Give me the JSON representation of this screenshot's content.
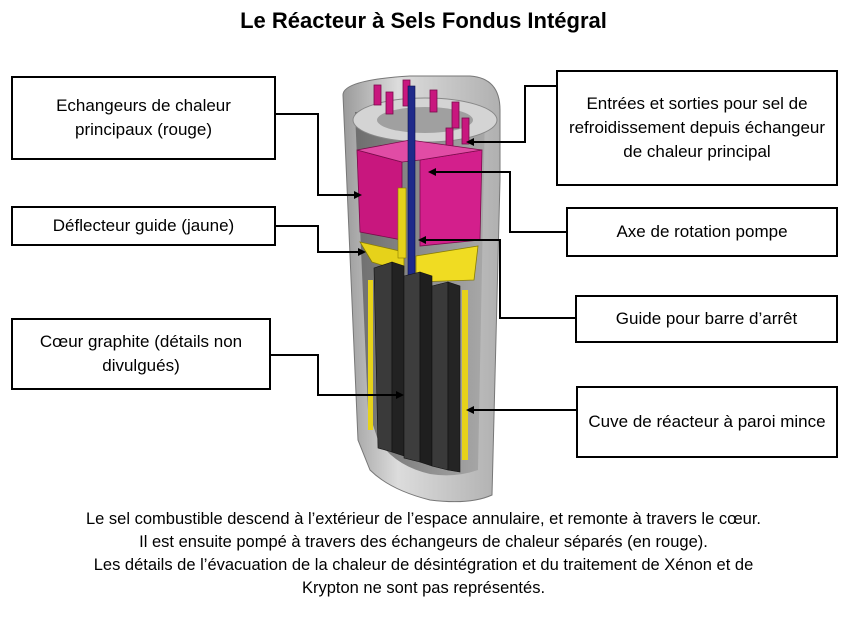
{
  "title": "Le Réacteur à Sels Fondus Intégral",
  "labels": {
    "heat_exchangers": "Echangeurs de chaleur principaux (rouge)",
    "guide_baffle": "Déflecteur guide (jaune)",
    "graphite_core": "Cœur graphite (détails non divulgués)",
    "coolant_inlets": "Entrées et sorties pour sel de refroidissement depuis échangeur de chaleur principal",
    "pump_shaft": "Axe de rotation pompe",
    "shutdown_rod_guide": "Guide pour barre d’arrêt",
    "vessel": "Cuve de réacteur à paroi mince"
  },
  "caption": [
    "Le sel combustible descend à l’extérieur de l’espace annulaire, et remonte à travers le cœur.",
    "Il est ensuite pompé à travers des échangeurs de chaleur séparés (en rouge).",
    "Les détails de l’évacuation de la chaleur de désintégration et du traitement de Xénon et de",
    "Krypton ne sont pas représentés."
  ],
  "colors": {
    "heat_exchanger": "#c8177e",
    "baffle": "#e6d21a",
    "graphite": "#2b2b2b",
    "vessel": "#c8c8c8",
    "shaft": "#1f2a8a"
  }
}
